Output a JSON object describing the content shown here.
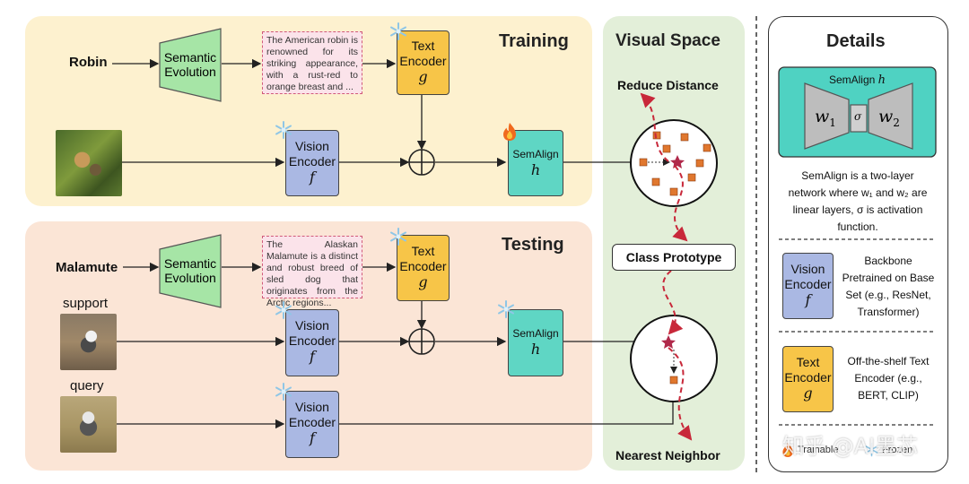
{
  "training": {
    "title": "Training",
    "class_name": "Robin",
    "semantic_evolution": [
      "Semantic",
      "Evolution"
    ],
    "description": "The American robin is renowned for its striking appearance, with a rust-red to orange breast and ...",
    "text_encoder": [
      "Text",
      "Encoder"
    ],
    "text_encoder_symbol": "g",
    "vision_encoder": [
      "Vision",
      "Encoder"
    ],
    "vision_encoder_symbol": "f",
    "semalign": "SemAlign",
    "semalign_symbol": "h"
  },
  "testing": {
    "title": "Testing",
    "class_name": "Malamute",
    "semantic_evolution": [
      "Semantic",
      "Evolution"
    ],
    "description": "The Alaskan Malamute is a distinct and robust breed of sled dog that originates from the Arctic regions...",
    "text_encoder": [
      "Text",
      "Encoder"
    ],
    "text_encoder_symbol": "g",
    "support_label": "support",
    "query_label": "query",
    "vision_encoder": [
      "Vision",
      "Encoder"
    ],
    "vision_encoder_symbol": "f",
    "semalign": "SemAlign",
    "semalign_symbol": "h"
  },
  "visual_space": {
    "title": "Visual Space",
    "reduce_distance": "Reduce Distance",
    "class_prototype": "Class Prototype",
    "nearest_neighbor": "Nearest Neighbor"
  },
  "details": {
    "title": "Details",
    "semalign_title": "SemAlign",
    "semalign_symbol": "h",
    "w1": "w",
    "w1_sub": "1",
    "sigma": "σ",
    "w2": "w",
    "w2_sub": "2",
    "semalign_desc": [
      "SemAlign is a two-layer",
      "network where w₁ and w₂ are",
      "linear layers, σ is activation",
      "function."
    ],
    "vision_box": [
      "Vision",
      "Encoder"
    ],
    "vision_symbol": "f",
    "vision_desc": [
      "Backbone",
      "Pretrained on Base",
      "Set (e.g., ResNet,",
      "Transformer)"
    ],
    "text_box": [
      "Text",
      "Encoder"
    ],
    "text_symbol": "g",
    "text_desc": [
      "Off-the-shelf Text",
      "Encoder (e.g.,",
      "BERT, CLIP)"
    ],
    "legend_trainable": "Trainable",
    "legend_frozen": "Frozen",
    "watermark": "知乎 @AI墨芯"
  },
  "colors": {
    "training_bg": "#fdf1cf",
    "testing_bg": "#fbe5d6",
    "visual_bg": "#e3efd9",
    "vision_encoder": "#aab8e3",
    "text_encoder": "#f7c548",
    "semalign": "#5fd6c4",
    "semantic_evolution": "#a6e5a6",
    "arrow_red": "#c8283a",
    "prototype_star": "#b0294a",
    "sample_square": "#e0772e"
  }
}
